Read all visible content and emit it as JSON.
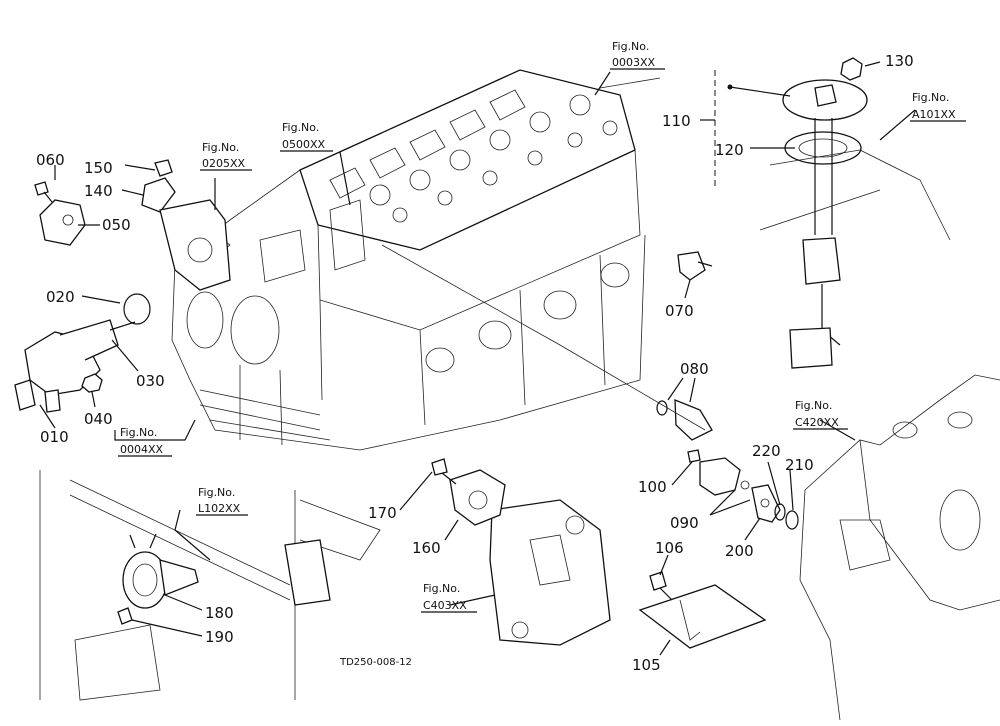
{
  "diagram": {
    "code": "TD250-008-12",
    "fig_refs": [
      {
        "id": "fig-0003",
        "line1": "Fig.No.",
        "line2": "0003XX"
      },
      {
        "id": "fig-0205",
        "line1": "Fig.No.",
        "line2": "0205XX"
      },
      {
        "id": "fig-0500",
        "line1": "Fig.No.",
        "line2": "0500XX"
      },
      {
        "id": "fig-0004",
        "line1": "Fig.No.",
        "line2": "0004XX"
      },
      {
        "id": "fig-a101",
        "line1": "Fig.No.",
        "line2": "A101XX"
      },
      {
        "id": "fig-c420",
        "line1": "Fig.No.",
        "line2": "C420XX"
      },
      {
        "id": "fig-l102",
        "line1": "Fig.No.",
        "line2": "L102XX"
      },
      {
        "id": "fig-c403",
        "line1": "Fig.No.",
        "line2": "C403XX"
      }
    ],
    "parts": {
      "p010": "010",
      "p020": "020",
      "p030": "030",
      "p040": "040",
      "p050": "050",
      "p060": "060",
      "p070": "070",
      "p080": "080",
      "p090": "090",
      "p100": "100",
      "p105": "105",
      "p106": "106",
      "p110": "110",
      "p120": "120",
      "p130": "130",
      "p140": "140",
      "p150": "150",
      "p160": "160",
      "p170": "170",
      "p180": "180",
      "p190": "190",
      "p200": "200",
      "p210": "210",
      "p220": "220"
    }
  }
}
